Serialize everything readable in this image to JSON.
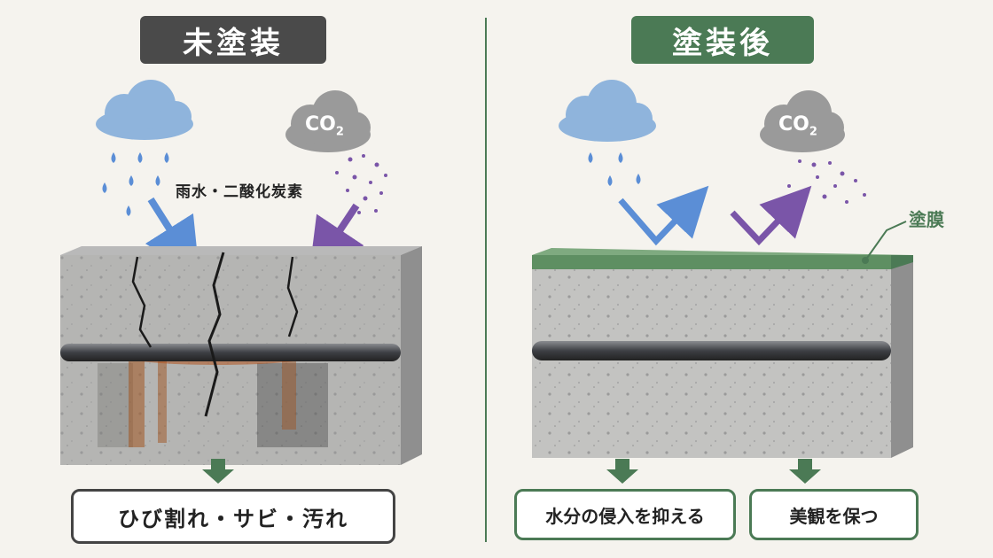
{
  "left_panel": {
    "title": "未塗装",
    "label": "雨水・二酸化炭素",
    "co2": "CO",
    "co2_sub": "2",
    "result": "ひび割れ・サビ・汚れ"
  },
  "right_panel": {
    "title": "塗装後",
    "co2": "CO",
    "co2_sub": "2",
    "film_label": "塗膜",
    "result_1": "水分の侵入を抑える",
    "result_2": "美観を保つ"
  },
  "colors": {
    "dark_badge": "#4a4a4a",
    "green": "#4b7a55",
    "rain_blue": "#5b8ed6",
    "co2_purple": "#7a55a8",
    "rust": "#b0521d"
  }
}
